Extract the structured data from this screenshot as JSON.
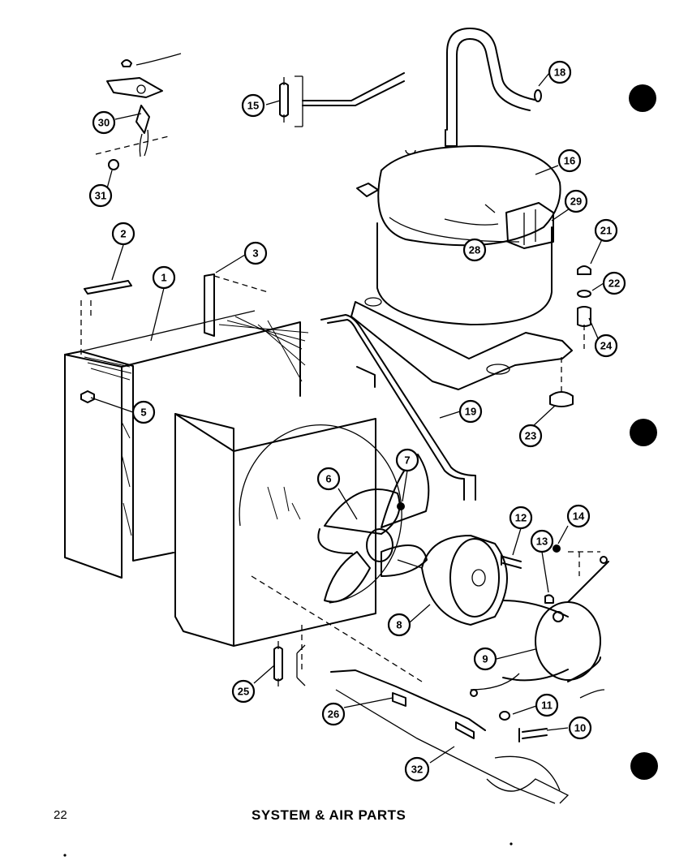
{
  "page": {
    "number": "22",
    "title": "SYSTEM & AIR PARTS"
  },
  "callouts": {
    "c1": "1",
    "c2": "2",
    "c3": "3",
    "c5": "5",
    "c6": "6",
    "c7": "7",
    "c8": "8",
    "c9": "9",
    "c10": "10",
    "c11": "11",
    "c12": "12",
    "c13": "13",
    "c14": "14",
    "c15": "15",
    "c16": "16",
    "c18": "18",
    "c19": "19",
    "c21": "21",
    "c22": "22",
    "c23": "23",
    "c24": "24",
    "c25": "25",
    "c26": "26",
    "c28": "28",
    "c29": "29",
    "c30": "30",
    "c31": "31",
    "c32": "32"
  },
  "colors": {
    "ink": "#000000",
    "paper": "#ffffff"
  }
}
